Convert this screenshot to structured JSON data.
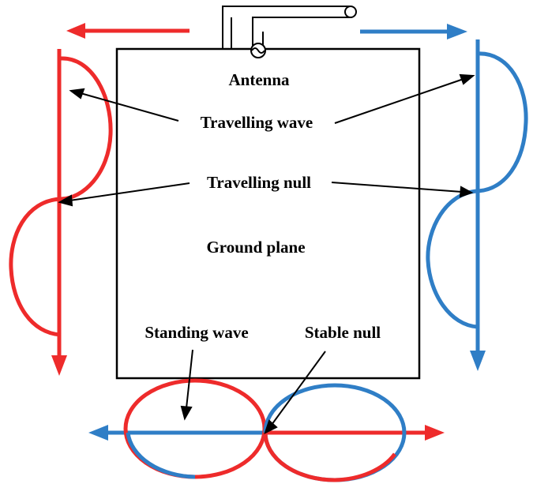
{
  "labels": {
    "antenna": "Antenna",
    "travelling_wave": "Travelling wave",
    "travelling_null": "Travelling null",
    "ground_plane": "Ground plane",
    "standing_wave": "Standing wave",
    "stable_null": "Stable null"
  },
  "colors": {
    "red": "#ee2b2b",
    "blue": "#2f7ec6",
    "outline": "#000000"
  }
}
